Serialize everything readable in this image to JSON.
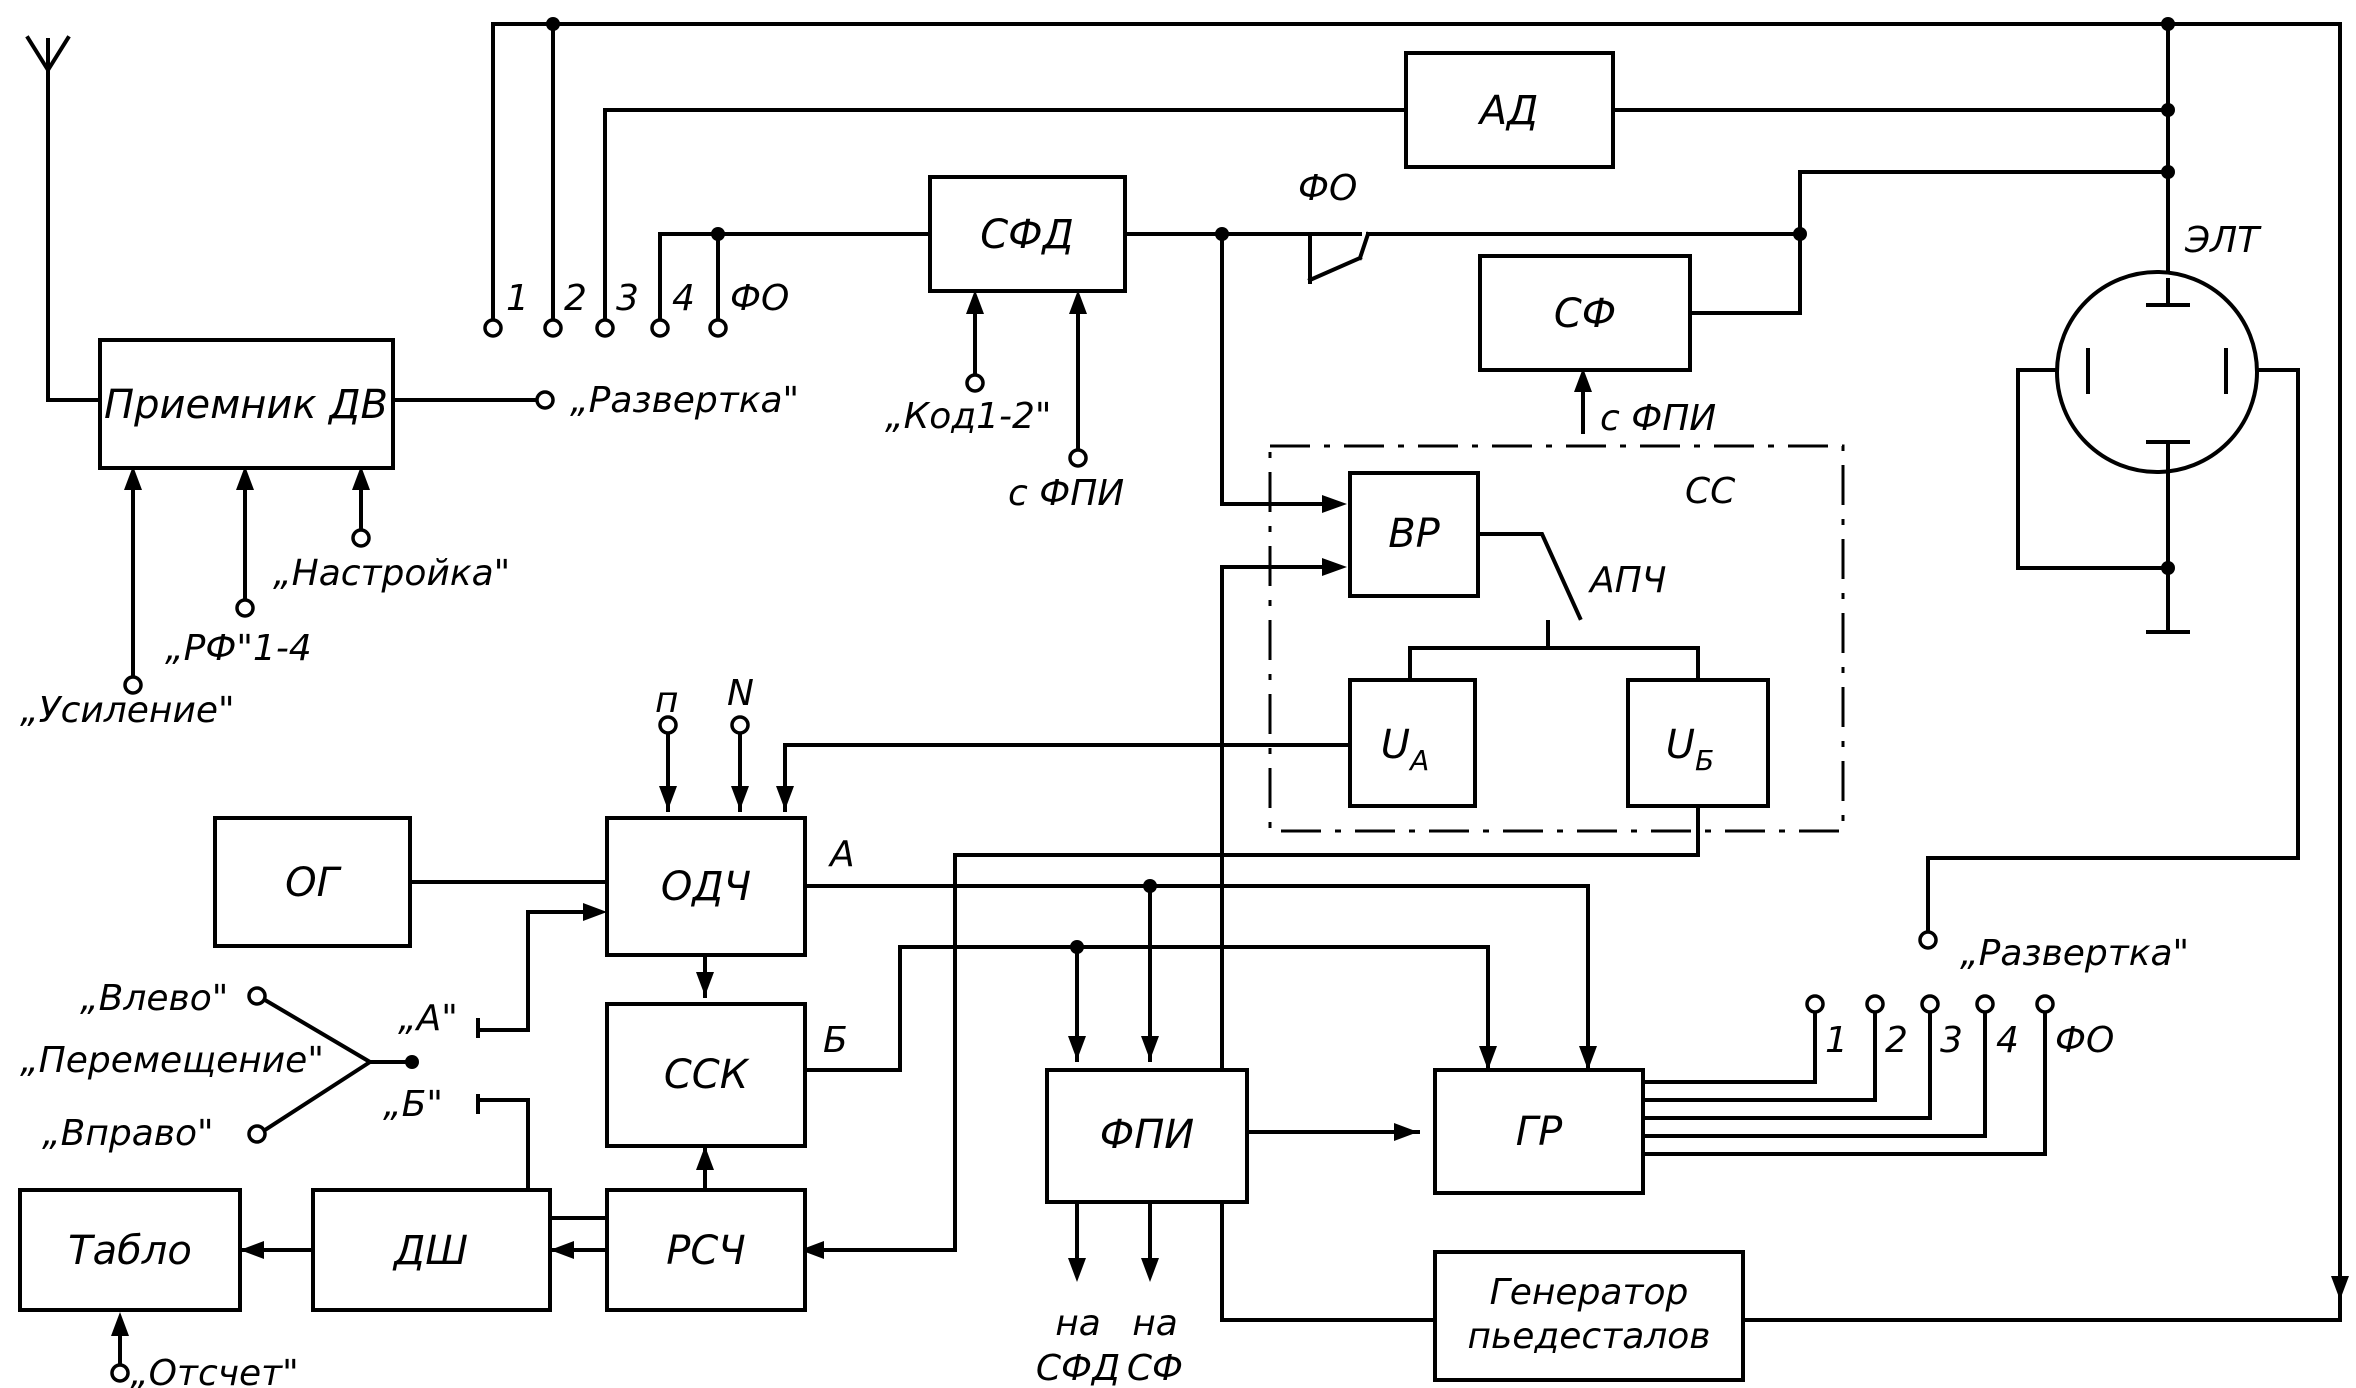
{
  "blocks": {
    "ad": "АД",
    "sfd": "СФД",
    "sf": "СФ",
    "elt": "ЭЛТ",
    "receiver": "Приемник ДВ",
    "vr": "ВР",
    "ss": "СС",
    "apch": "АПЧ",
    "ua": "U",
    "ua_sub": "А",
    "ub": "U",
    "ub_sub": "Б",
    "og": "ОГ",
    "odch": "ОДЧ",
    "ssk": "ССК",
    "rsch": "РСЧ",
    "dsh": "ДШ",
    "tablo": "Табло",
    "fpi": "ФПИ",
    "gr": "ГР",
    "ped_gen_line1": "Генератор",
    "ped_gen_line2": "пьедесталов"
  },
  "labels": {
    "top_t1": "1",
    "top_t2": "2",
    "top_t3": "3",
    "top_t4": "4",
    "top_fo": "ФО",
    "fo_switch": "ФО",
    "razvertka_top": "„Развертка\"",
    "kod": "„Код1-2\"",
    "s_fpi_sfd": "с ФПИ",
    "s_fpi_sf": "с ФПИ",
    "nastroika": "„Настройка\"",
    "rf": "„РФ\"1-4",
    "usilenie": "„Усиление\"",
    "n_small": "п",
    "n_big": "N",
    "line_a": "А",
    "line_b": "Б",
    "vlevo": "„Влево\"",
    "peremeshenie": "„Перемещение\"",
    "vpravo": "„Вправо\"",
    "sw_a": "„А\"",
    "sw_b": "„Б\"",
    "razvertka_right": "„Развертка\"",
    "gr_t1": "1",
    "gr_t2": "2",
    "gr_t3": "3",
    "gr_t4": "4",
    "gr_fo": "ФО",
    "otschet": "„Отсчет\"",
    "na1_top": "на",
    "na1_bot": "СФД",
    "na2_top": "на",
    "na2_bot": "СФ"
  }
}
